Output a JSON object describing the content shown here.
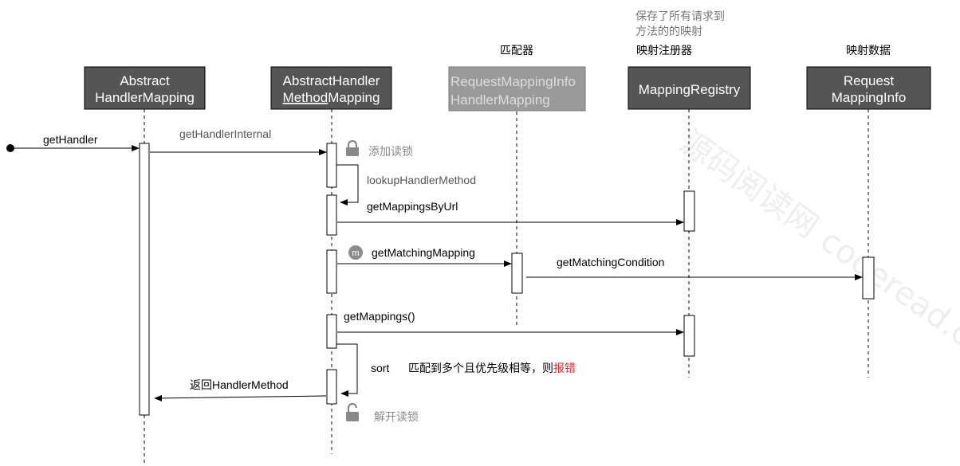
{
  "participants": [
    {
      "id": "p1",
      "line1": "Abstract",
      "line2": "HandlerMapping",
      "line2_underlined": "",
      "line2_rest": "",
      "note": "",
      "note2": "",
      "faded": false
    },
    {
      "id": "p2",
      "line1": "AbstractHandler",
      "line2": "",
      "line2_underlined": "Method",
      "line2_rest": "Mapping",
      "note": "",
      "note2": "",
      "faded": false
    },
    {
      "id": "p3",
      "line1": "RequestMappingInfo",
      "line2": "HandlerMapping",
      "line2_underlined": "",
      "line2_rest": "",
      "note": "匹配器",
      "note2": "",
      "faded": true
    },
    {
      "id": "p4",
      "line1": "MappingRegistry",
      "line2": "",
      "line2_underlined": "",
      "line2_rest": "",
      "note": "映射注册器",
      "note2": "",
      "faded": false
    },
    {
      "id": "p5",
      "line1": "Request",
      "line2": "MappingInfo",
      "line2_underlined": "",
      "line2_rest": "",
      "note": "映射数据",
      "note2": "",
      "faded": false
    }
  ],
  "registry_note": {
    "line1": "保存了所有请求到",
    "line2": "方法的的映射"
  },
  "messages": {
    "getHandler": "getHandler",
    "getHandlerInternal": "getHandlerInternal",
    "lock": "添加读锁",
    "lookupHandlerMethod": "lookupHandlerMethod",
    "getMappingsByUrl": "getMappingsByUrl",
    "method_badge": "m",
    "getMatchingMapping": "getMatchingMapping",
    "getMatchingCondition": "getMatchingCondition",
    "getMappings": "getMappings()",
    "sort": "sort",
    "sort_note": "匹配到多个且优先级相等，则",
    "sort_note_error": "报错",
    "return": "返回HandlerMethod",
    "unlock": "解开读锁"
  },
  "watermark": {
    "cn": "源码阅读网",
    "en": "coderead.c"
  },
  "colors": {
    "box_dark": "#555555",
    "box_faded": "#9a9a9a",
    "faded_text": "#dddddd",
    "note_gray": "#777777",
    "error_red": "#e0262b",
    "badge_gray": "#8c8c8c"
  }
}
